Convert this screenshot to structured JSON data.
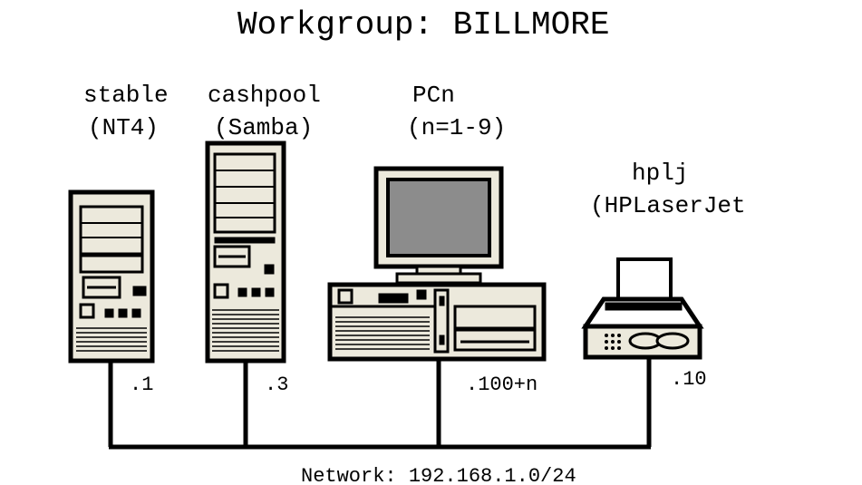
{
  "title": "Workgroup: BILLMORE",
  "network_label": "Network: 192.168.1.0/24",
  "colors": {
    "ink": "#000000",
    "panel": "#ece9dc",
    "screen": "#8c8c8c",
    "paper": "#ffffff"
  },
  "nodes": [
    {
      "id": "stable",
      "name": "stable",
      "role": "(NT4)",
      "address": ".1",
      "icon": "tower-computer-icon"
    },
    {
      "id": "cashpool",
      "name": "cashpool",
      "role": "(Samba)",
      "address": ".3",
      "icon": "tall-tower-computer-icon"
    },
    {
      "id": "pcn",
      "name": "PCn",
      "role": "(n=1-9)",
      "address": ".100+n",
      "icon": "desktop-computer-icon"
    },
    {
      "id": "hplj",
      "name": "hplj",
      "role": "(HPLaserJet",
      "address": ".10",
      "icon": "laser-printer-icon"
    }
  ]
}
